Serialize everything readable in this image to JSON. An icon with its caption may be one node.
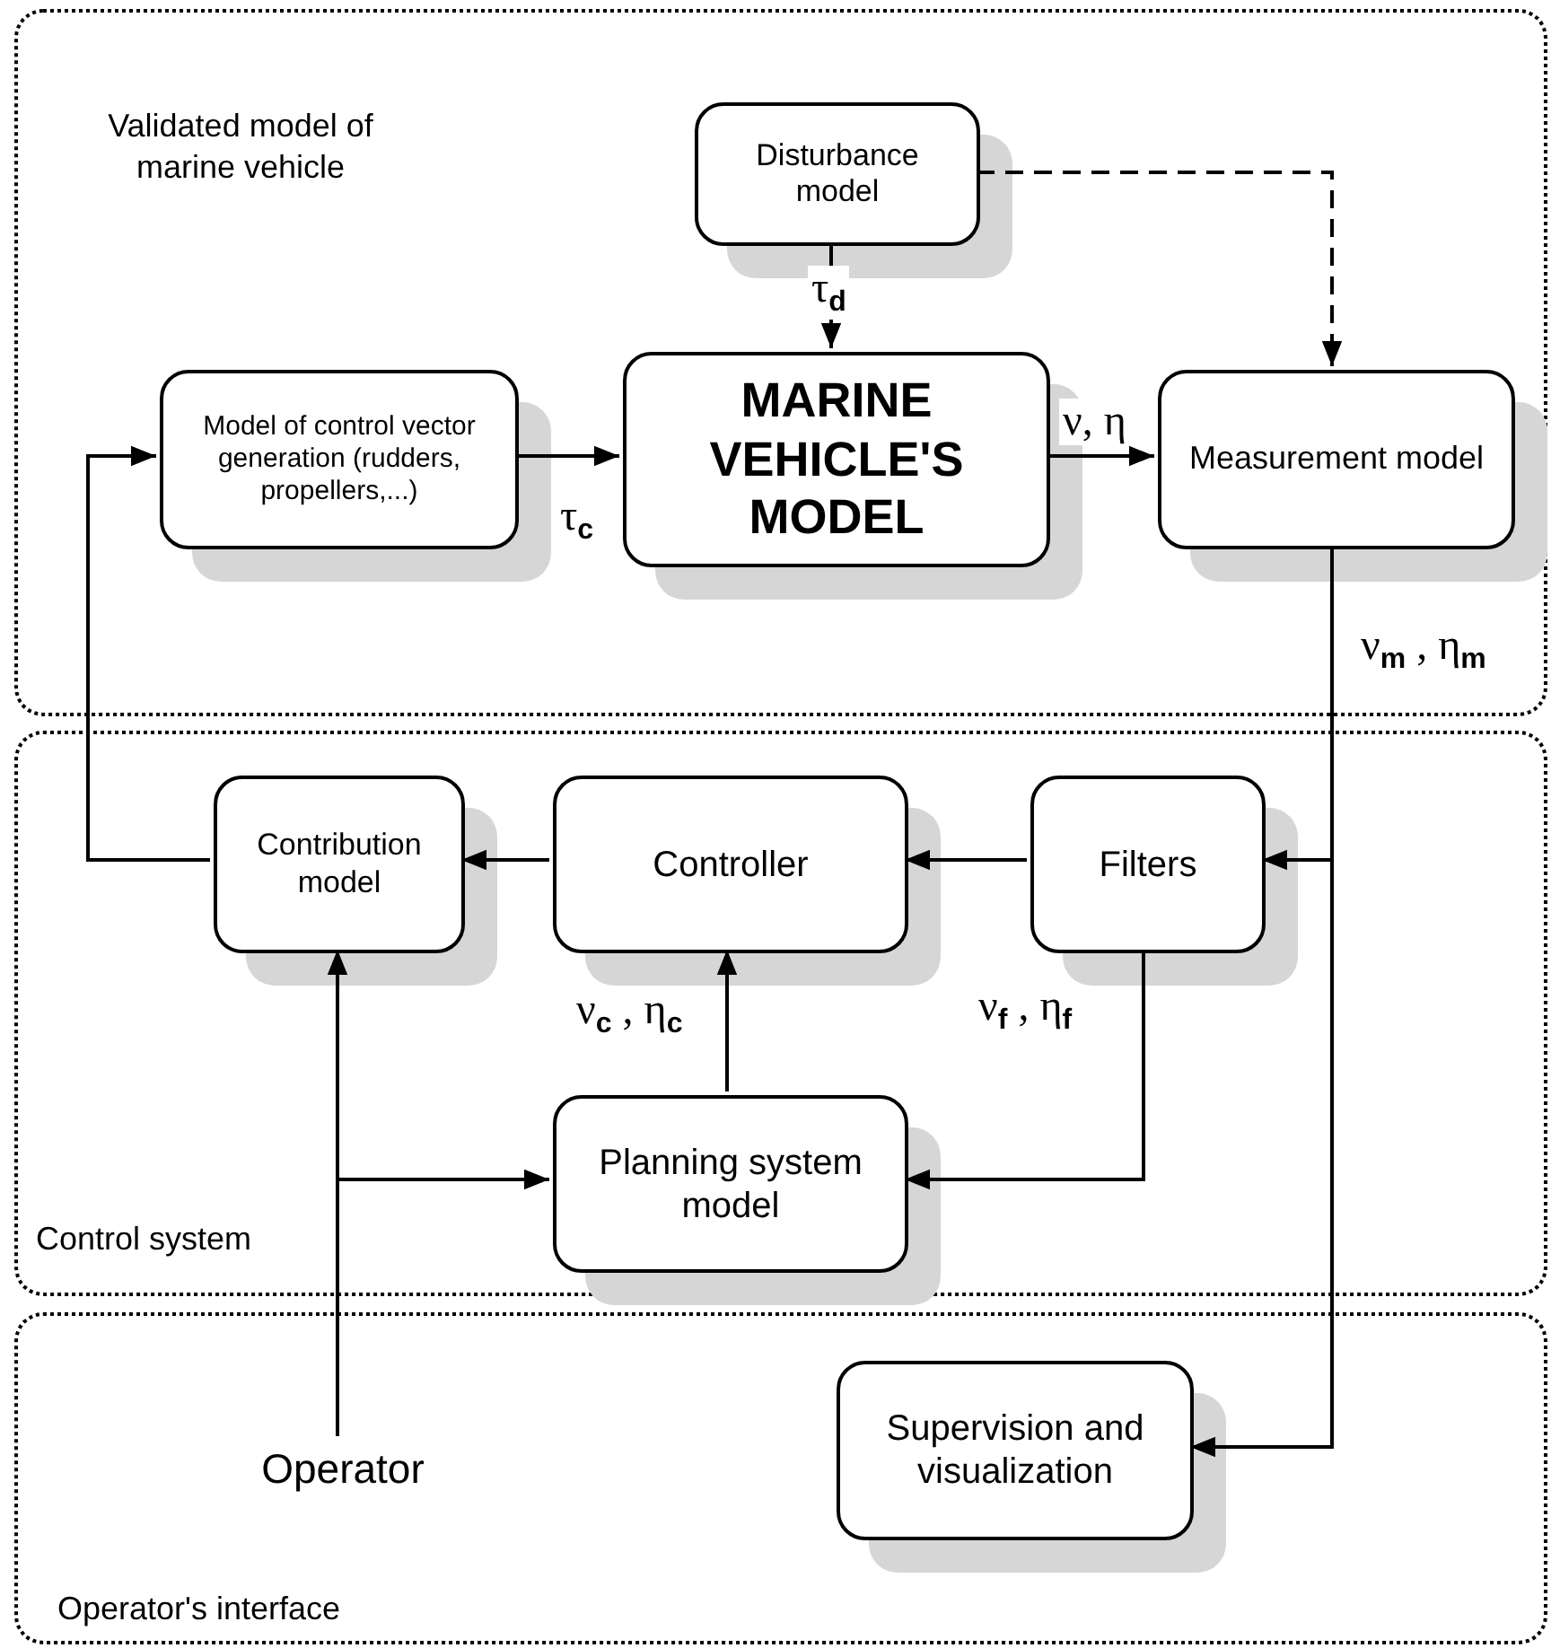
{
  "diagram": {
    "nodes": [
      {
        "text": [
          "Validated model of marine vehicle"
        ]
      },
      {
        "text": [
          "Disturbance model"
        ],
        "in": 0
      },
      {
        "text": [
          "Model of control vector generation (rudders, propellers,...)"
        ],
        "in": 0
      },
      {
        "text": [
          "MARINE VEHICLE'S MODEL"
        ],
        "in": 0
      },
      {
        "text": [
          "Measurement model"
        ],
        "in": 0
      },
      {
        "text": [
          "Control system"
        ]
      },
      {
        "text": [
          "Contribution model"
        ],
        "in": 5
      },
      {
        "text": [
          "Controller"
        ],
        "in": 5
      },
      {
        "text": [
          "Filters"
        ],
        "in": 5
      },
      {
        "text": [
          "Planning system model"
        ],
        "in": 5
      },
      {
        "text": [
          "Operator's interface"
        ]
      },
      {
        "text": [
          "Supervision and visualization"
        ],
        "in": 10
      },
      {
        "text": [
          "Operator"
        ],
        "in": 10
      }
    ],
    "edges": [
      {
        "from": 1,
        "to": 3,
        "arrow": "to",
        "label": "τ$_{d}$"
      },
      {
        "from": 2,
        "to": 3,
        "arrow": "to",
        "label": "τ$_{c}$"
      },
      {
        "from": 3,
        "to": 4,
        "arrow": "to",
        "label": "ν, η"
      },
      {
        "from": 1,
        "to": 4,
        "arrow": "to",
        "style": "dashed"
      },
      {
        "from": 4,
        "to": 8,
        "arrow": "to",
        "label": "ν$_{m}$ , η$_{m}$"
      },
      {
        "from": 4,
        "to": 11,
        "arrow": "to"
      },
      {
        "from": 8,
        "to": 7,
        "arrow": "to"
      },
      {
        "from": 7,
        "to": 6,
        "arrow": "to"
      },
      {
        "from": 6,
        "to": 2,
        "arrow": "to"
      },
      {
        "from": 9,
        "to": 7,
        "arrow": "to",
        "label": "ν$_{c}$ , η$_{c}$"
      },
      {
        "from": 8,
        "to": 9,
        "arrow": "to",
        "label": "ν$_{f}$ , η$_{f}$"
      },
      {
        "from": 12,
        "to": 6,
        "arrow": "to"
      },
      {
        "from": 12,
        "to": 9,
        "arrow": "to"
      }
    ]
  }
}
